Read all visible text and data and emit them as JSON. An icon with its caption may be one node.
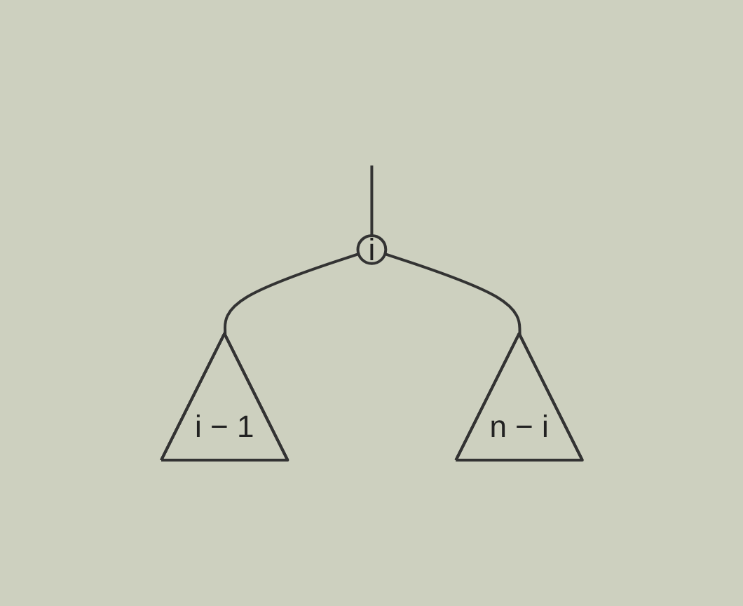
{
  "diagram": {
    "nodes": [
      {
        "text": [
          "i"
        ]
      },
      {
        "text": [
          "i − 1"
        ]
      },
      {
        "text": [
          "n − i"
        ]
      }
    ],
    "edges": [
      {
        "from": null,
        "to": 0,
        "arrow": "none"
      },
      {
        "from": 0,
        "to": 1,
        "arrow": "none"
      },
      {
        "from": 0,
        "to": 2,
        "arrow": "none"
      }
    ]
  }
}
